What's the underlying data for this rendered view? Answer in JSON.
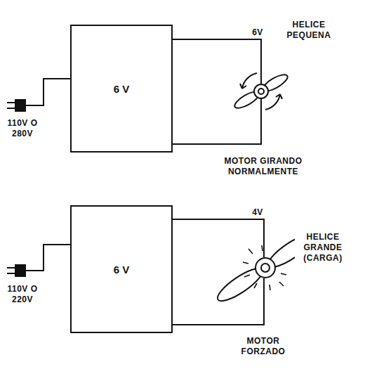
{
  "diagram": {
    "nodes": [
      {
        "text": [
          "6 V"
        ]
      },
      {
        "text": [
          "6 V"
        ]
      }
    ],
    "labels": [
      "6V",
      "HELICE PEQUENA",
      "110V O 280V",
      "MOTOR GIRANDO NORMALMENTE",
      "4V",
      "HELICE GRANDE (CARGA)",
      "110V O 220V",
      "MOTOR FORZADO"
    ]
  }
}
